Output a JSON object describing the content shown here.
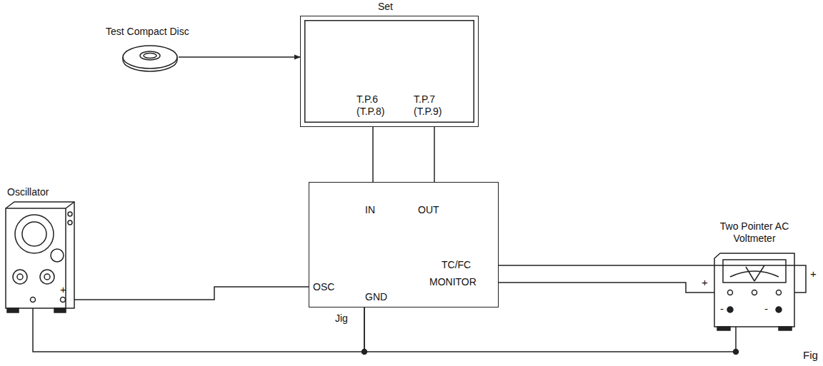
{
  "diagram": {
    "nodes": [
      {
        "text": [
          "Set",
          "T.P.6 (T.P.8)",
          "T.P.7 (T.P.9)"
        ]
      },
      {
        "text": [
          "Test Compact Disc"
        ]
      },
      {
        "text": [
          "Oscillator"
        ]
      },
      {
        "text": [
          "IN",
          "OUT",
          "OSC",
          "TC/FC",
          "MONITOR",
          "GND",
          "Jig"
        ]
      },
      {
        "text": [
          "Two Pointer AC Voltmeter"
        ]
      }
    ],
    "edges": [
      {
        "from": 1,
        "to": 0,
        "arrow": "to"
      },
      {
        "from": 0,
        "to": 3,
        "arrow": "none"
      },
      {
        "from": 0,
        "to": 3,
        "arrow": "none"
      },
      {
        "from": 2,
        "to": 3,
        "arrow": "none"
      },
      {
        "from": 2,
        "to": 3,
        "arrow": "none"
      },
      {
        "from": 3,
        "to": 4,
        "arrow": "none"
      },
      {
        "from": 3,
        "to": 4,
        "arrow": "none"
      },
      {
        "from": 3,
        "to": 4,
        "arrow": "none"
      }
    ],
    "labels": [
      "+",
      "+",
      "+",
      "-",
      "-",
      "Fig"
    ]
  }
}
